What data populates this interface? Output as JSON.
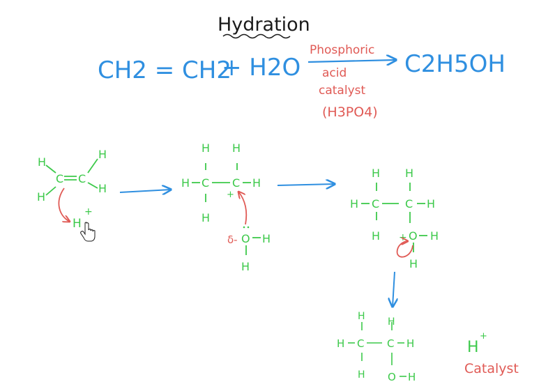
{
  "colors": {
    "blue": "#2f8fe0",
    "red": "#e05a55",
    "green": "#3cc94a",
    "black": "#1b1b1b"
  },
  "title": "Hydration",
  "equation": {
    "reactant1": "CH2 = CH2",
    "reactant2": "+ H2O",
    "product": "C2H5OH",
    "catalyst_line1": "Phosphoric",
    "catalyst_line2": "acid",
    "catalyst_line3": "catalyst",
    "catalyst_formula": "(H3PO4)"
  },
  "mechanism": {
    "ethene": {
      "c": "C",
      "h": "H",
      "bond": "="
    },
    "proton": "H",
    "proton_charge": "+",
    "carbocation": {
      "c": "C",
      "h": "H",
      "charge": "+"
    },
    "water": {
      "o": "O",
      "h": "H",
      "partial_charge": "δ-"
    },
    "oxonium": {
      "c": "C",
      "o": "O",
      "h": "H",
      "charge": "+"
    },
    "ethanol": {
      "c": "C",
      "o": "O",
      "h": "H"
    }
  },
  "regenerated": {
    "proton": "H",
    "charge": "+",
    "label": "Catalyst"
  },
  "icons": {
    "cursor": "hand-pointer-icon"
  }
}
